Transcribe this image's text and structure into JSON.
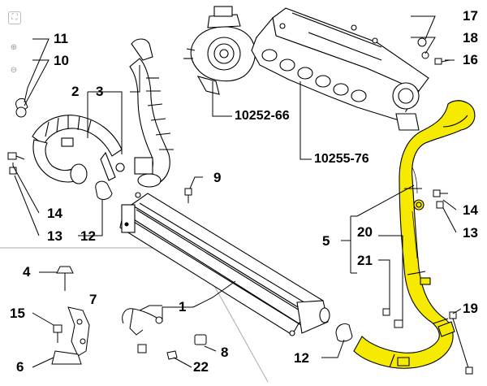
{
  "viewer": {
    "fit_icon": "fit-screen-icon",
    "zoom_in_icon": "zoom-in-icon",
    "zoom_out_icon": "zoom-out-icon"
  },
  "colors": {
    "highlight": "#f5ea00",
    "line": "#000000"
  },
  "callouts": {
    "c11": "11",
    "c10": "10",
    "c2": "2",
    "c3": "3",
    "c10252": "10252-66",
    "c10255": "10255-76",
    "c17": "17",
    "c18": "18",
    "c16": "16",
    "c9": "9",
    "c14_left": "14",
    "c13_left": "13",
    "c12_left": "12",
    "c14_right": "14",
    "c13_right": "13",
    "c5": "5",
    "c20": "20",
    "c21": "21",
    "c4": "4",
    "c7": "7",
    "c1": "1",
    "c15": "15",
    "c8": "8",
    "c22": "22",
    "c6": "6",
    "c12_bottom": "12",
    "c19": "19"
  }
}
